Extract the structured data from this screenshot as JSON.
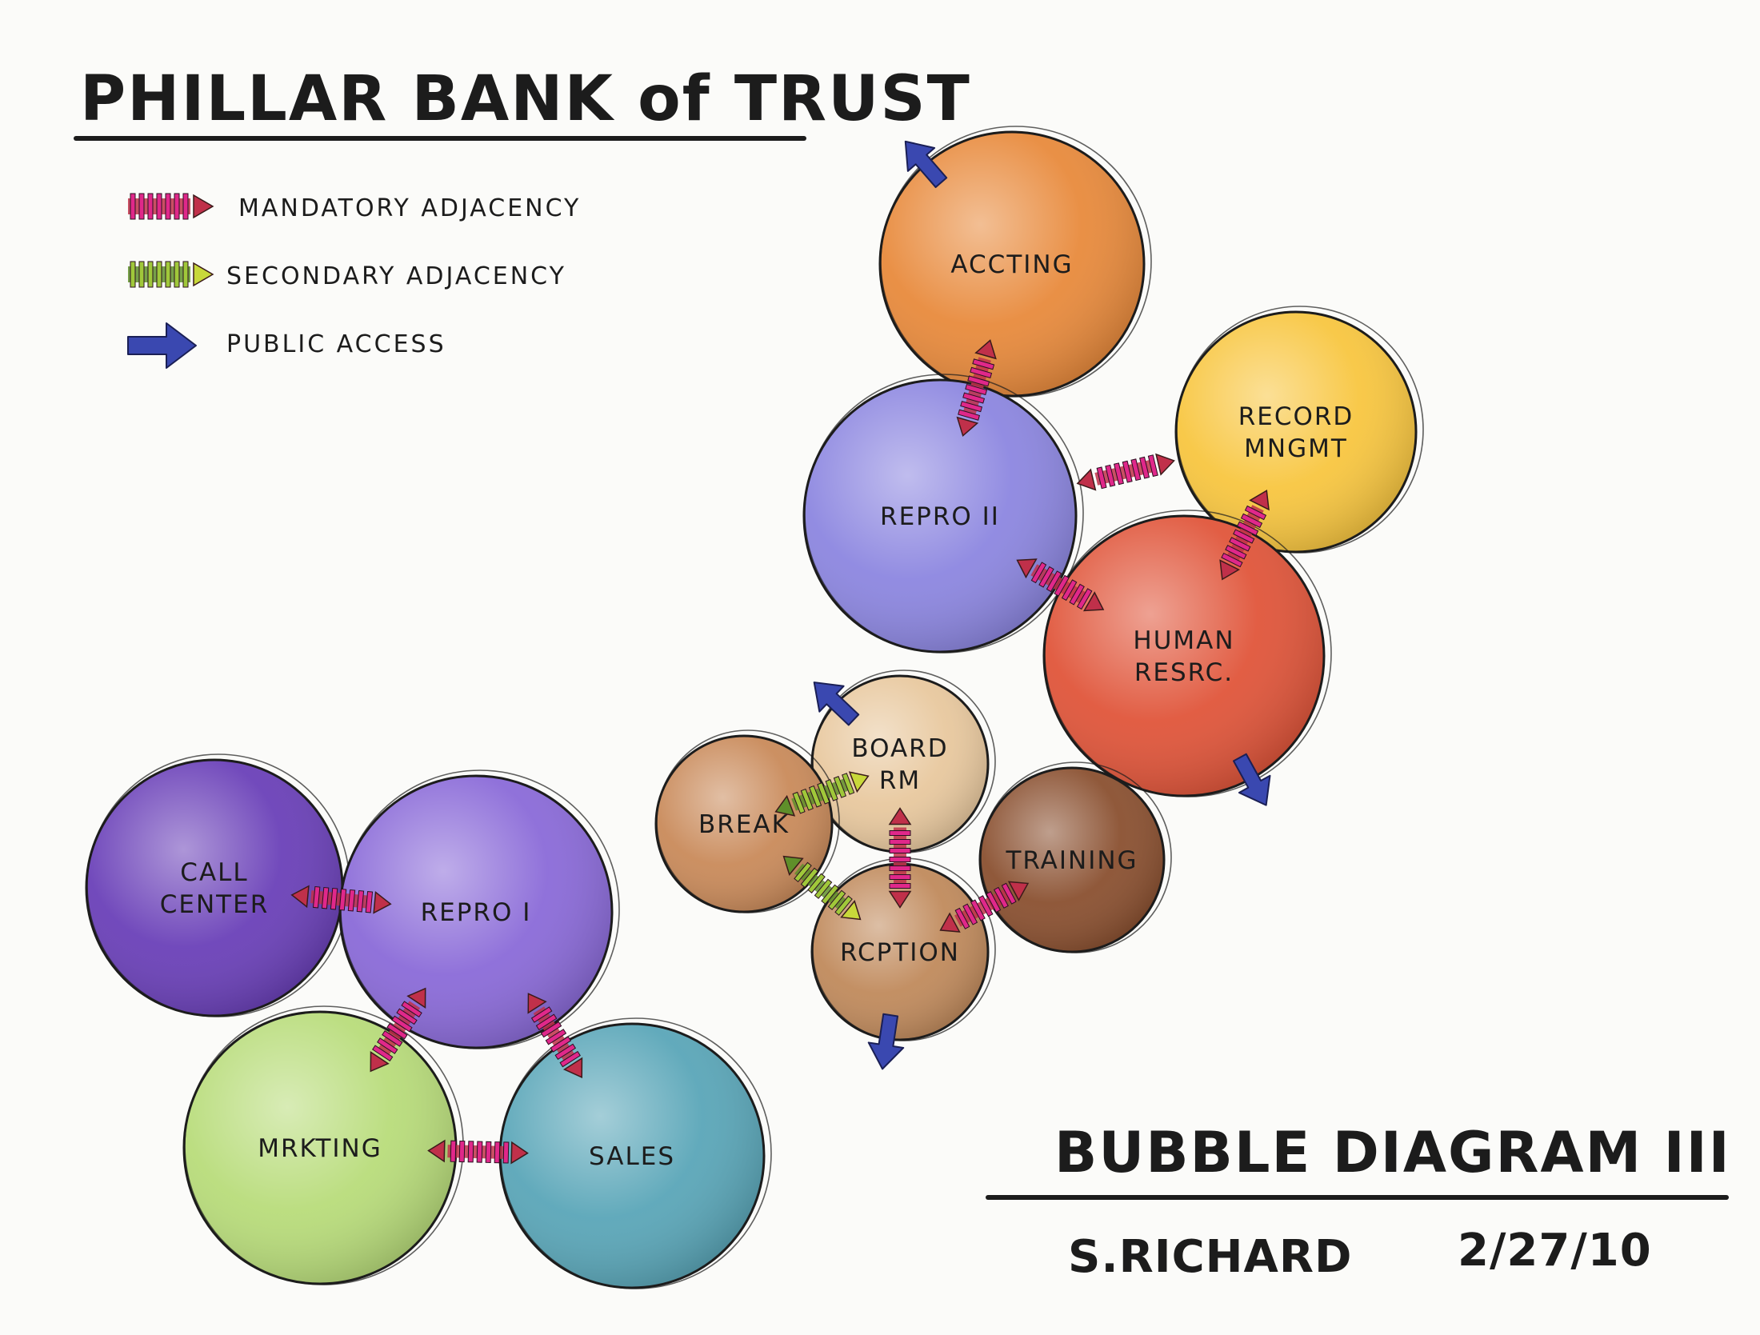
{
  "header": {
    "title": "PHILLAR BANK of TRUST"
  },
  "legend": {
    "items": [
      {
        "key": "mandatory",
        "label": "MANDATORY ADJACENCY",
        "icon": "mandatory-adjacency-arrow-icon",
        "color": "#c0304a"
      },
      {
        "key": "secondary",
        "label": "SECONDARY ADJACENCY",
        "icon": "secondary-adjacency-arrow-icon",
        "color": "#5f8f2a"
      },
      {
        "key": "public",
        "label": "PUBLIC ACCESS",
        "icon": "public-access-arrow-icon",
        "color": "#3a48b0"
      }
    ]
  },
  "bubbles": [
    {
      "id": "accting",
      "lines": [
        "ACCTING"
      ],
      "color": "#e88a3c"
    },
    {
      "id": "record",
      "lines": [
        "RECORD",
        "MNGMT"
      ],
      "color": "#f8c640"
    },
    {
      "id": "repro2",
      "lines": [
        "REPRO II"
      ],
      "color": "#8c86e0"
    },
    {
      "id": "hr",
      "lines": [
        "HUMAN",
        "RESRC."
      ],
      "color": "#e0553a"
    },
    {
      "id": "board",
      "lines": [
        "BOARD",
        "RM"
      ],
      "color": "#e8c89e"
    },
    {
      "id": "break",
      "lines": [
        "BREAK"
      ],
      "color": "#c98a5a"
    },
    {
      "id": "training",
      "lines": [
        "TRAINING"
      ],
      "color": "#8a5030"
    },
    {
      "id": "rcption",
      "lines": [
        "RCPTION"
      ],
      "color": "#c08a5c"
    },
    {
      "id": "callcenter",
      "lines": [
        "CALL",
        "CENTER"
      ],
      "color": "#6a40b8"
    },
    {
      "id": "repro1",
      "lines": [
        "REPRO I"
      ],
      "color": "#8a6ad8"
    },
    {
      "id": "mrkting",
      "lines": [
        "MRKTING"
      ],
      "color": "#b8dc7a"
    },
    {
      "id": "sales",
      "lines": [
        "SALES"
      ],
      "color": "#5aa6b8"
    }
  ],
  "links": [
    {
      "from": "accting",
      "to": "repro2",
      "kind": "mandatory"
    },
    {
      "from": "repro2",
      "to": "record",
      "kind": "mandatory"
    },
    {
      "from": "repro2",
      "to": "hr",
      "kind": "mandatory"
    },
    {
      "from": "record",
      "to": "hr",
      "kind": "mandatory"
    },
    {
      "from": "break",
      "to": "board",
      "kind": "secondary"
    },
    {
      "from": "board",
      "to": "rcption",
      "kind": "mandatory"
    },
    {
      "from": "break",
      "to": "rcption",
      "kind": "secondary"
    },
    {
      "from": "rcption",
      "to": "training",
      "kind": "mandatory"
    },
    {
      "from": "callcenter",
      "to": "repro1",
      "kind": "mandatory"
    },
    {
      "from": "repro1",
      "to": "mrkting",
      "kind": "mandatory"
    },
    {
      "from": "repro1",
      "to": "sales",
      "kind": "mandatory"
    },
    {
      "from": "mrkting",
      "to": "sales",
      "kind": "mandatory"
    }
  ],
  "public_access": [
    "accting",
    "hr",
    "board",
    "rcption"
  ],
  "footer": {
    "diagram_title": "BUBBLE DIAGRAM III",
    "author": "S.RICHARD",
    "date": "2/27/10"
  },
  "colors": {
    "mandatory": "#c0304a",
    "mandatory_band": "#e0288a",
    "secondary": "#5f8f2a",
    "secondary_band": "#a0c83a",
    "public": "#3a48b0",
    "ink": "#1c1c1c"
  }
}
